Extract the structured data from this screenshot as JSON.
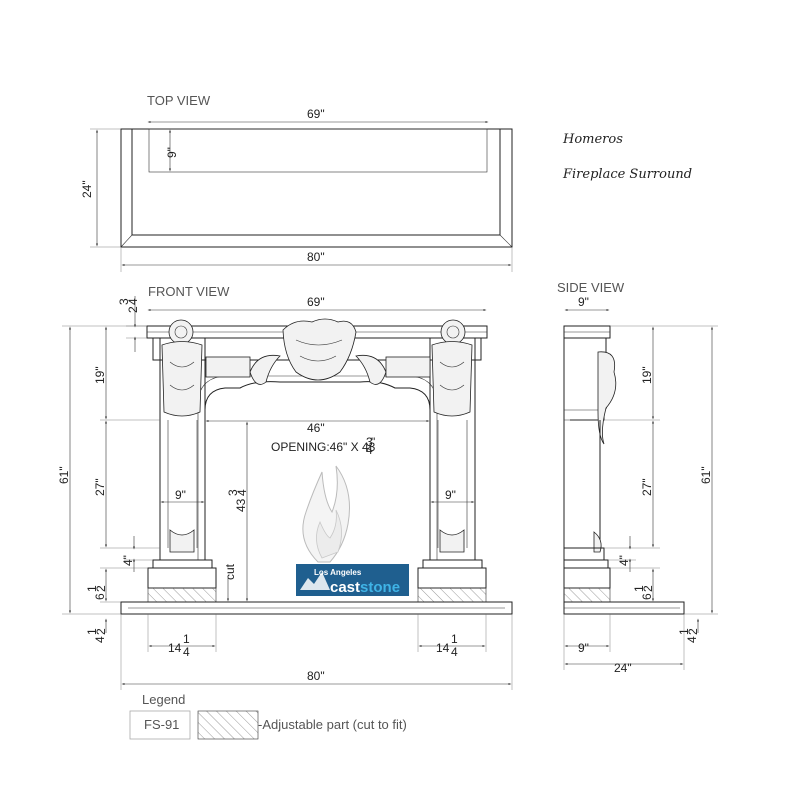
{
  "product": {
    "name": "Homeros",
    "type": "Fireplace Surround"
  },
  "views": {
    "top": "TOP VIEW",
    "front": "FRONT VIEW",
    "side": "SIDE VIEW"
  },
  "top_view": {
    "width_inner": "69\"",
    "depth_inner": "9\"",
    "depth_outer": "24\"",
    "width_outer": "80\""
  },
  "front_view": {
    "top_thickness_whole": "2",
    "top_thickness_frac_num": "3",
    "top_thickness_frac_den": "4",
    "shelf_width": "69\"",
    "upper_height": "19\"",
    "total_height": "61\"",
    "leg_height": "27\"",
    "opening_width": "46\"",
    "opening_label": "OPENING:46\" X 43",
    "opening_frac_num": "3",
    "opening_frac_den": "4",
    "opening_frac_suffix": "\"",
    "opening_height_whole": "43",
    "opening_height_num": "3",
    "opening_height_den": "4",
    "leg_width_left": "9\"",
    "leg_width_right": "9\"",
    "base_block": "4\"",
    "plinth_whole": "6",
    "plinth_num": "1",
    "plinth_den": "2",
    "cut_label": "cut",
    "hearth_whole": "4",
    "hearth_num": "1",
    "hearth_den": "2",
    "foot_left_whole": "14",
    "foot_left_num": "1",
    "foot_left_den": "4",
    "foot_right_whole": "14",
    "foot_right_num": "1",
    "foot_right_den": "4",
    "overall_width": "80\""
  },
  "side_view": {
    "top_depth": "9\"",
    "upper_height": "19\"",
    "total_height": "61\"",
    "leg_height": "27\"",
    "base_block": "4\"",
    "plinth_whole": "6",
    "plinth_num": "1",
    "plinth_den": "2",
    "hearth_whole": "4",
    "hearth_num": "1",
    "hearth_den": "2",
    "bottom_depth": "9\"",
    "overall_depth": "24\""
  },
  "logo": {
    "line1": "Los Angeles",
    "word1": "cast",
    "word2": "stone",
    "bg_color": "#1f5f8f",
    "accent_color": "#3fb3e6"
  },
  "legend": {
    "title": "Legend",
    "code": "FS-91",
    "description": "-Adjustable part (cut to fit)"
  }
}
